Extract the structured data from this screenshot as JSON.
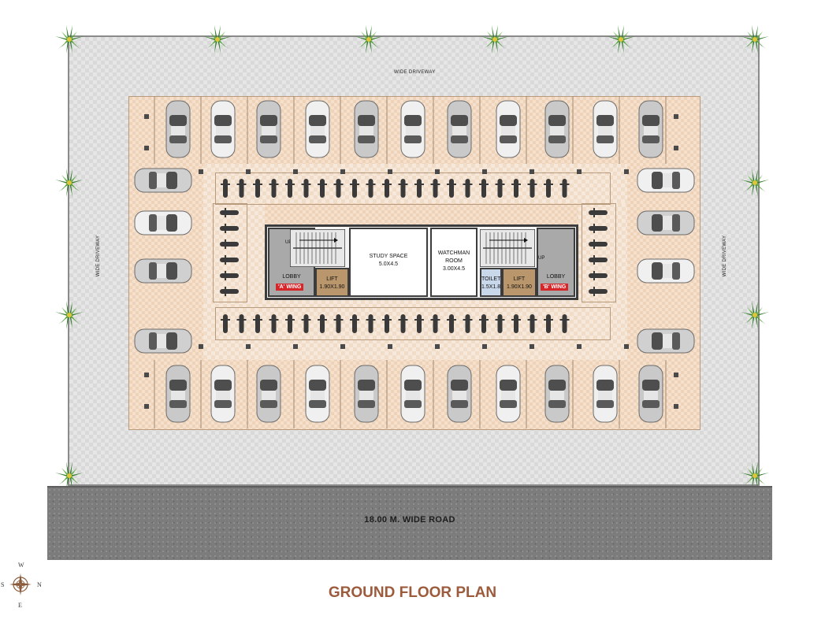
{
  "plan_title": "GROUND FLOOR PLAN",
  "labels": {
    "driveway_top": "WIDE DRIVEWAY",
    "driveway_left": "WIDE DRIVEWAY",
    "driveway_right": "WIDE DRIVEWAY",
    "road": "18.00 M. WIDE ROAD"
  },
  "rooms": {
    "study_space": {
      "name": "STUDY SPACE",
      "size": "5.0X4.5"
    },
    "watchman_room": {
      "name_line1": "WATCHMAN",
      "name_line2": "ROOM",
      "size": "3.00X4.5"
    },
    "toilet": {
      "name": "TOILET",
      "size": "1.5X1.8"
    },
    "lift_a": {
      "name": "LIFT",
      "size": "1.90X1.90"
    },
    "lift_b": {
      "name": "LIFT",
      "size": "1.90X1.90"
    },
    "lobby_a": {
      "name": "LOBBY",
      "wing": "'A' WING",
      "stair": "UP"
    },
    "lobby_b": {
      "name": "LOBBY",
      "wing": "'B' WING",
      "stair": "UP"
    }
  },
  "compass": {
    "north": "N",
    "south": "S",
    "east": "E",
    "west": "W"
  },
  "colors": {
    "title": "#9c5b3c",
    "wing_badge": "#d7262a",
    "parking_floor": "#efd3b8",
    "driveway": "#d9d9d9",
    "road": "#7c7c7c"
  }
}
